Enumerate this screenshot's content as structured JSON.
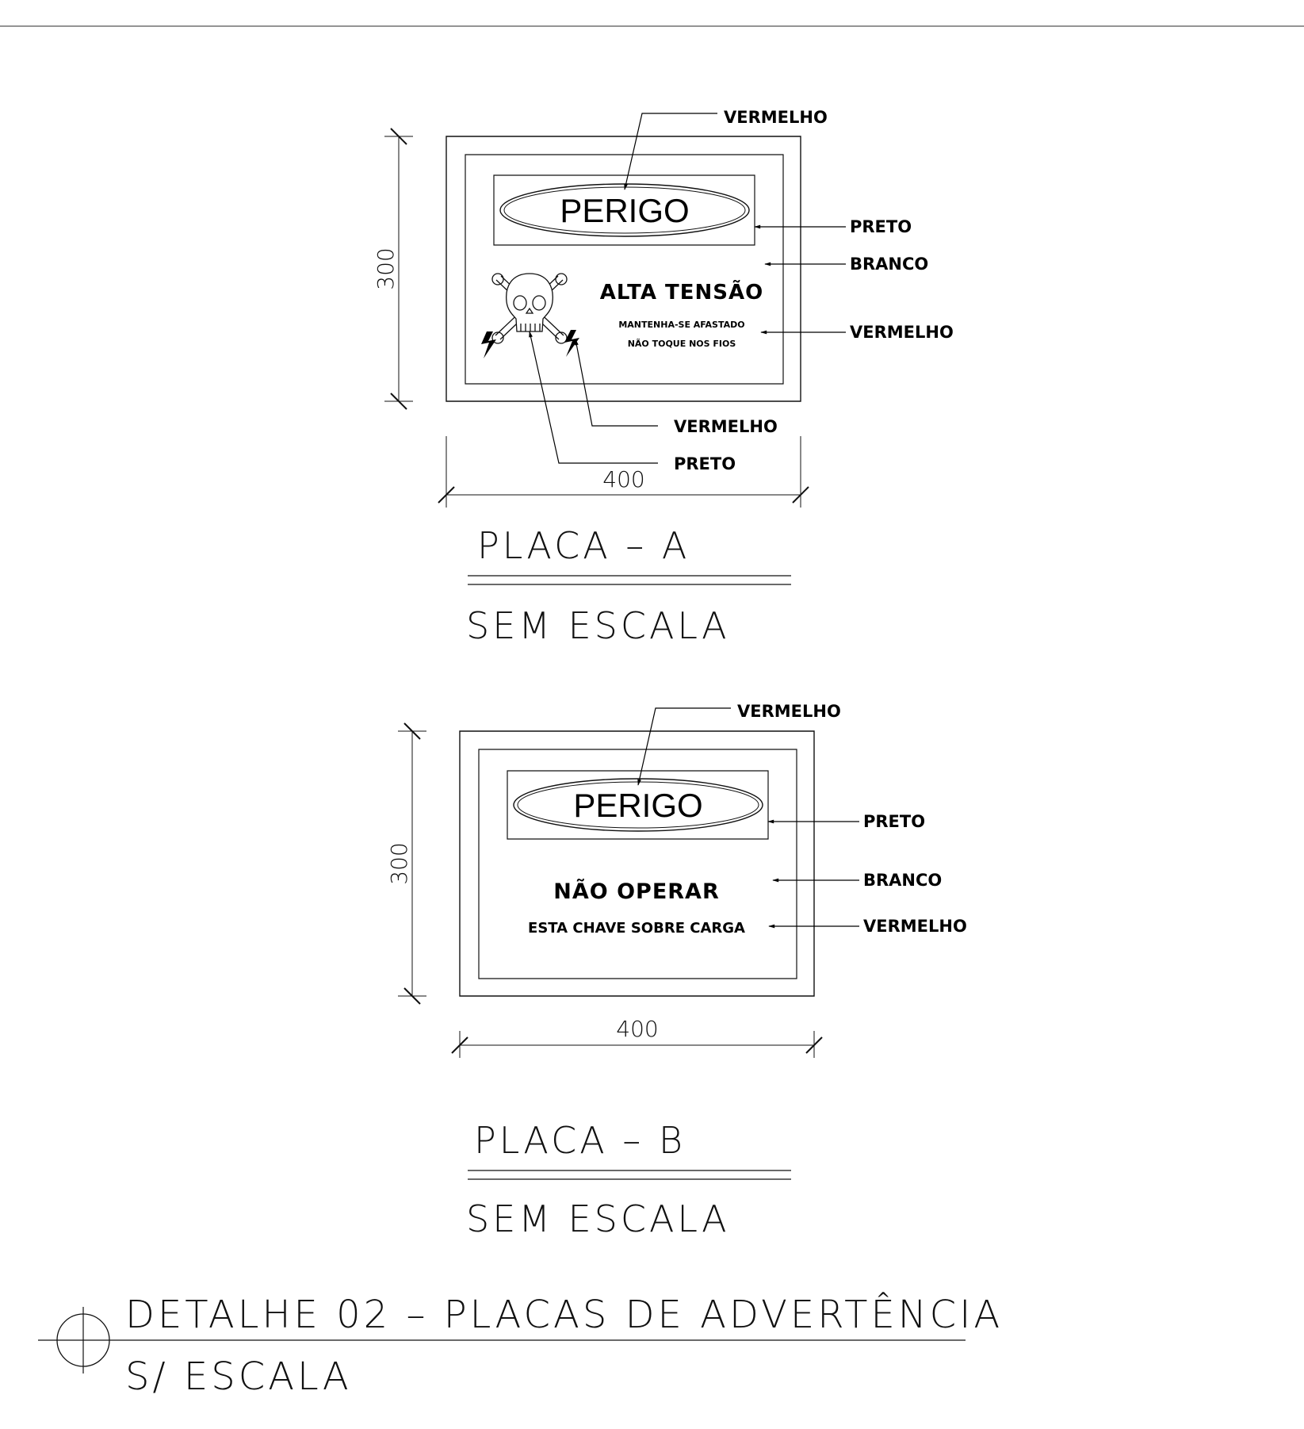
{
  "plate_a": {
    "header": "PERIGO",
    "title": "ALTA TENSÃO",
    "line1": "MANTENHA-SE AFASTADO",
    "line2": "NÃO TOQUE NOS FIOS",
    "dim_height": "300",
    "dim_width": "400",
    "callouts": {
      "header_ellipse": "VERMELHO",
      "frame": "PRETO",
      "background": "BRANCO",
      "text": "VERMELHO",
      "bolts": "VERMELHO",
      "skull": "PRETO"
    },
    "caption": "PLACA – A",
    "scale": "SEM ESCALA"
  },
  "plate_b": {
    "header": "PERIGO",
    "title": "NÃO OPERAR",
    "line1": "ESTA CHAVE SOBRE CARGA",
    "dim_height": "300",
    "dim_width": "400",
    "callouts": {
      "header_ellipse": "VERMELHO",
      "frame": "PRETO",
      "background": "BRANCO",
      "text": "VERMELHO"
    },
    "caption": "PLACA – B",
    "scale": "SEM ESCALA"
  },
  "detail": {
    "title": "DETALHE 02 – PLACAS DE ADVERTÊNCIA",
    "scale": "S/ ESCALA"
  },
  "colors": {
    "ink": "#111111",
    "paper": "#ffffff"
  }
}
